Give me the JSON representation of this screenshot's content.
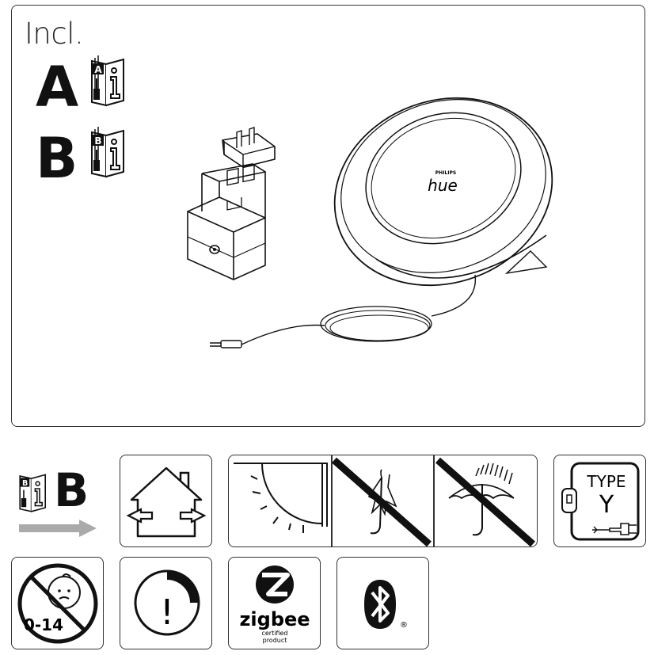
{
  "incl_section": {
    "title": "Incl.",
    "items": [
      {
        "letter": "A",
        "icon": "manual-booklet-icon"
      },
      {
        "letter": "B",
        "icon": "manual-booklet-icon"
      }
    ],
    "product_brand_small": "PHILIPS",
    "product_brand": "hue"
  },
  "manual_ref": {
    "letter": "B",
    "booklet_letter": "B"
  },
  "booklet_letters": {
    "a": "A",
    "b": "B"
  },
  "icons": {
    "indoor_use": "house-indoor-icon",
    "no_rain": "no-rain-icon",
    "no_water_spray": "no-water-spray-icon",
    "plug_type_title": "TYPE",
    "plug_type_letter": "Y",
    "age_warning_text": "0-14",
    "caution_mark": "!",
    "zigbee_name": "zigbee",
    "zigbee_sub1": "certified",
    "zigbee_sub2": "product",
    "bluetooth_registered": "®"
  }
}
